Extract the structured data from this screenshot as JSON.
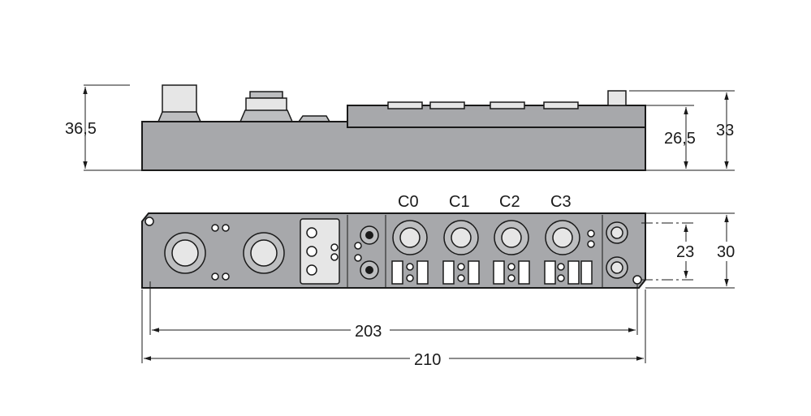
{
  "dimensions": {
    "height_total": "36,5",
    "height_body": "26,5",
    "height_connector": "33",
    "mount_spacing_vertical": "23",
    "width_depth": "30",
    "mount_spacing_horizontal": "203",
    "length_total": "210"
  },
  "ports": [
    "C0",
    "C1",
    "C2",
    "C3"
  ]
}
